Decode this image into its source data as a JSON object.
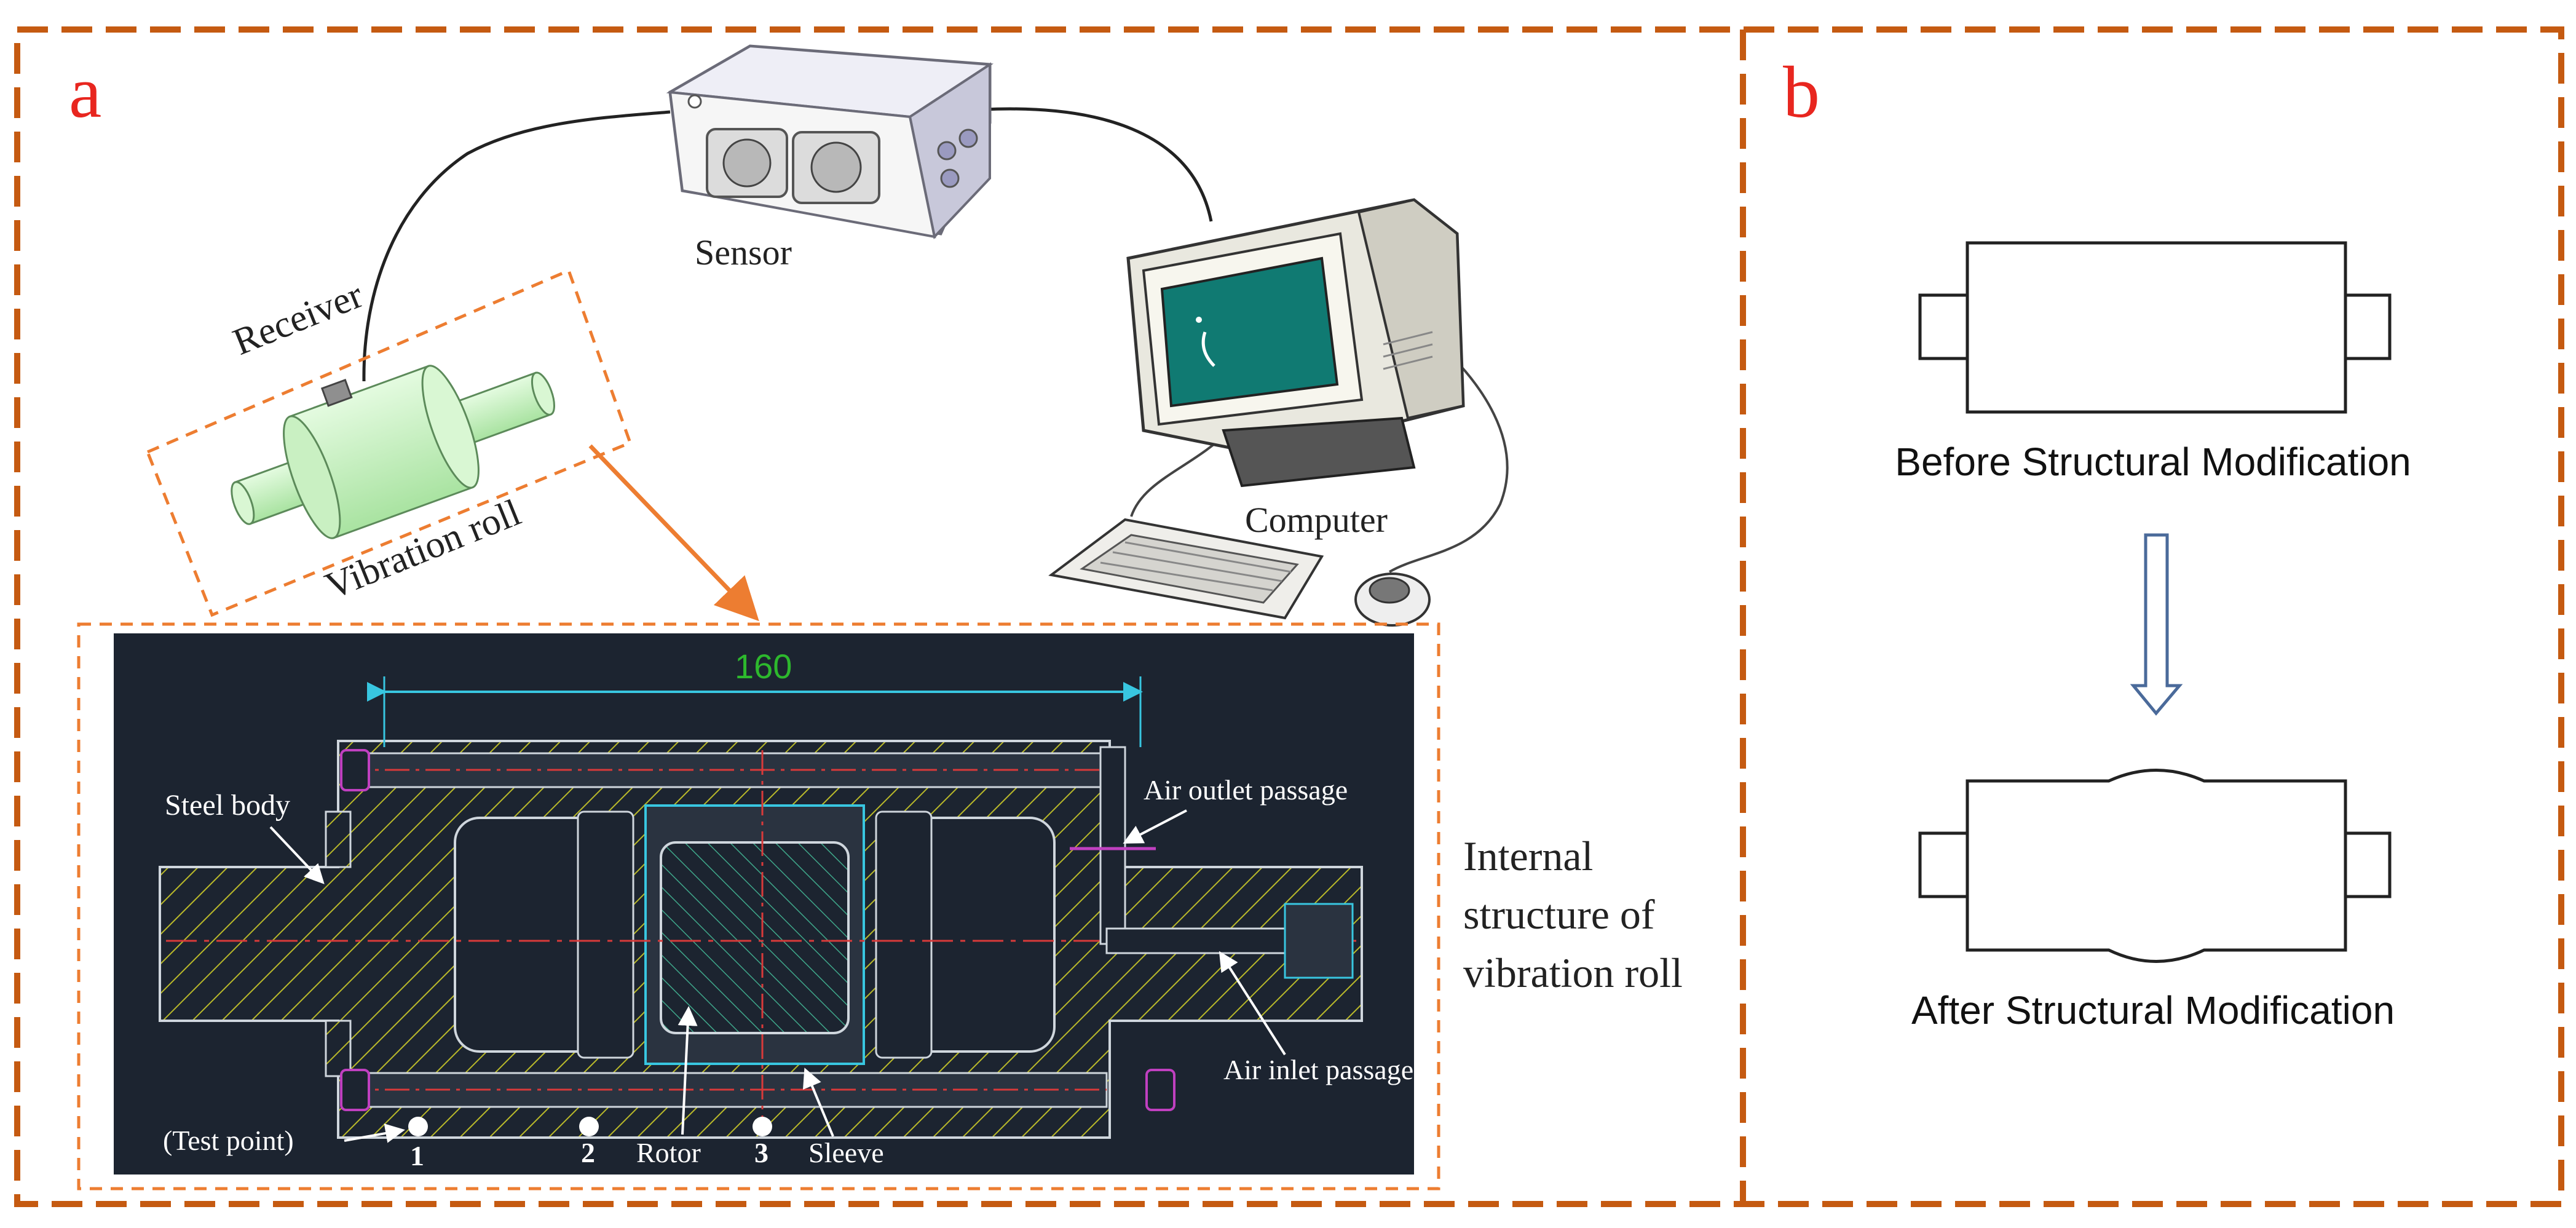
{
  "panel_a": {
    "letter": "a",
    "labels": {
      "sensor": "Sensor",
      "receiver": "Receiver",
      "computer": "Computer",
      "vibration_roll": "Vibration roll",
      "internal_line1": "Internal",
      "internal_line2": "structure of",
      "internal_line3": "vibration roll"
    },
    "drawing": {
      "dimension": "160",
      "steel_body": "Steel body",
      "air_outlet": "Air outlet passage",
      "air_inlet": "Air inlet passage",
      "test_point": "(Test point)",
      "rotor": "Rotor",
      "sleeve": "Sleeve",
      "points": [
        "1",
        "2",
        "3"
      ]
    }
  },
  "panel_b": {
    "letter": "b",
    "before_label": "Before Structural Modification",
    "after_label": "After Structural Modification"
  },
  "colors": {
    "frame": "#c55a11",
    "letter": "#e8261f",
    "inner_frame": "#ed7d31",
    "drawing_bg": "#1c2430",
    "hatch": "#b9b92a",
    "dimension_text": "#2db82d",
    "roll_green": "#c9f5c3"
  }
}
